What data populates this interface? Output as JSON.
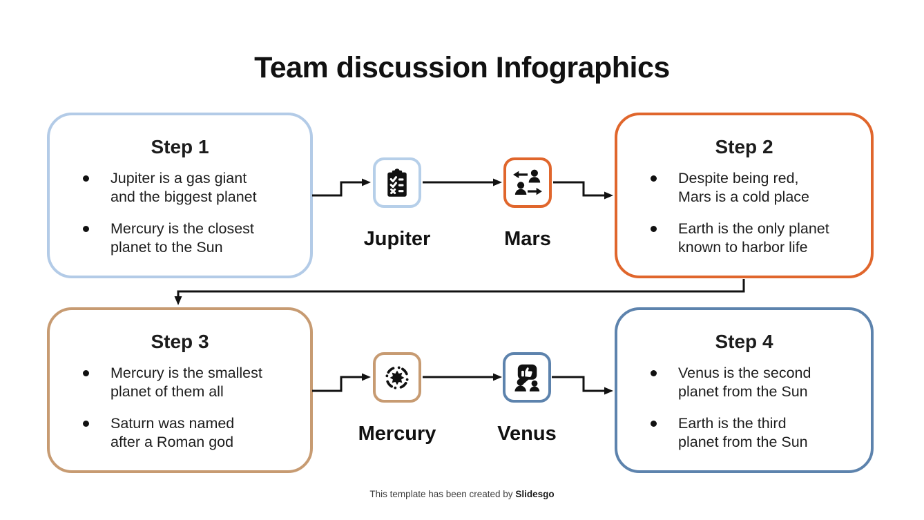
{
  "title": "Team discussion Infographics",
  "palette": {
    "light_blue": "#b6cfe9",
    "orange": "#e0662c",
    "tan": "#c79b72",
    "steel_blue": "#5d83ad",
    "connector_line": "#111111",
    "text": "#1c1c1c"
  },
  "steps": [
    {
      "title": "Step 1",
      "bullets": [
        {
          "line1": "Jupiter is a gas giant",
          "line2": "and the biggest planet"
        },
        {
          "line1": "Mercury is the closest",
          "line2": "planet to the Sun"
        }
      ]
    },
    {
      "title": "Step 2",
      "bullets": [
        {
          "line1": "Despite being red,",
          "line2": "Mars is a cold place"
        },
        {
          "line1": "Earth is the only planet",
          "line2": "known to harbor life"
        }
      ]
    },
    {
      "title": "Step 3",
      "bullets": [
        {
          "line1": "Mercury is the smallest",
          "line2": "planet of them all"
        },
        {
          "line1": "Saturn was named",
          "line2": "after a Roman god"
        }
      ]
    },
    {
      "title": "Step 4",
      "bullets": [
        {
          "line1": "Venus is the second",
          "line2": "planet from the Sun"
        },
        {
          "line1": "Earth is the third",
          "line2": "planet from the Sun"
        }
      ]
    }
  ],
  "icon_tiles": [
    {
      "label": "Jupiter",
      "icon": "clipboard-checklist-icon"
    },
    {
      "label": "Mars",
      "icon": "people-exchange-icon"
    },
    {
      "label": "Mercury",
      "icon": "brainstorm-burst-icon"
    },
    {
      "label": "Venus",
      "icon": "feedback-thumbs-up-icon"
    }
  ],
  "footer": {
    "prefix": "This template has been created by",
    "brand": "Slidesgo"
  }
}
